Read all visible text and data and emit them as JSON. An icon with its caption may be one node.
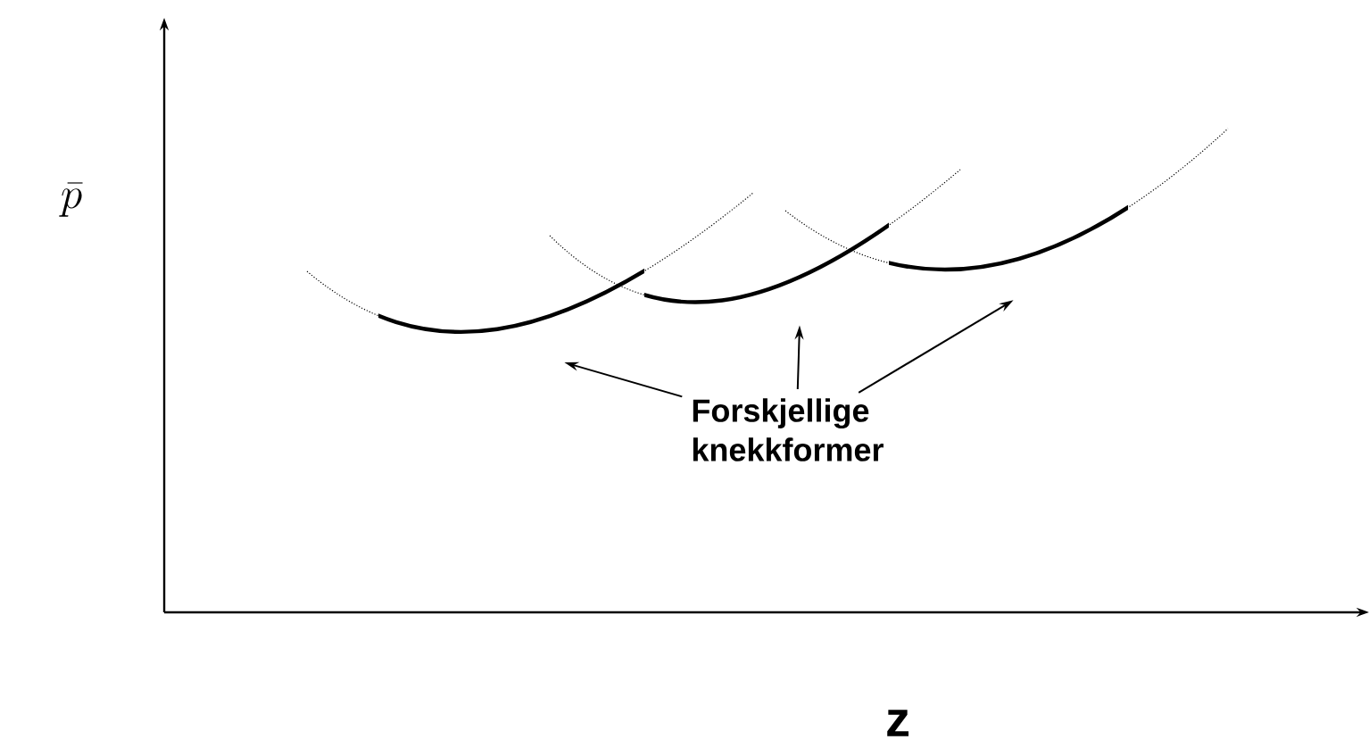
{
  "diagram": {
    "nodes": [
      {
        "text": [
          "Forskjellige knekkformer"
        ]
      },
      {
        "text": [],
        "shape": "curve"
      },
      {
        "text": [],
        "shape": "curve"
      },
      {
        "text": [],
        "shape": "curve"
      }
    ],
    "edges": [
      {
        "from": 0,
        "to": 1,
        "arrow": "to"
      },
      {
        "from": 0,
        "to": 2,
        "arrow": "to"
      },
      {
        "from": 0,
        "to": 3,
        "arrow": "to"
      }
    ],
    "labels": [
      "\\bar{p}",
      "z"
    ]
  }
}
